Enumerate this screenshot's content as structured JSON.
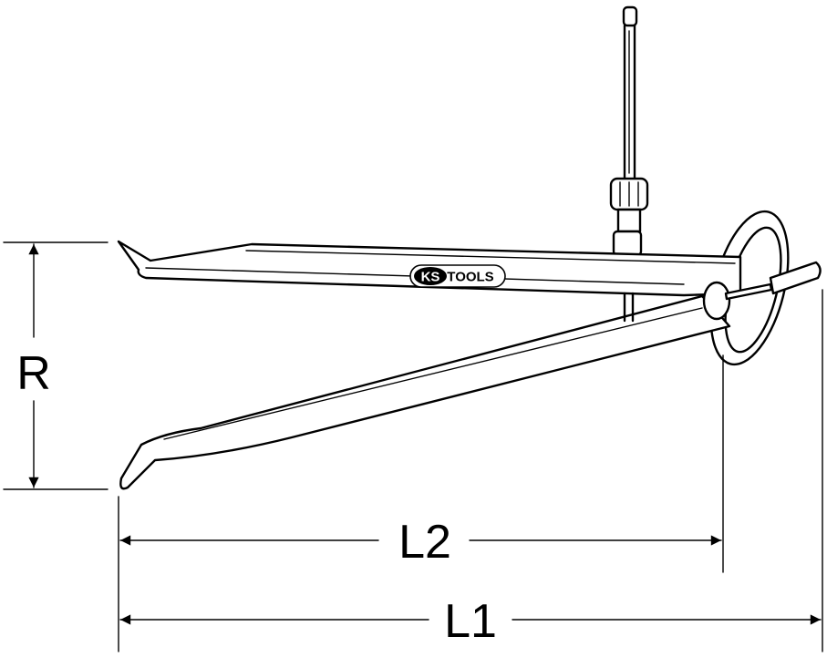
{
  "dimensions": {
    "radius_label": "R",
    "l1_label": "L1",
    "l2_label": "L2"
  },
  "logo": {
    "brand_mark": "KS",
    "brand_word": "TOOLS"
  },
  "colors": {
    "line": "#000000",
    "background": "#ffffff"
  }
}
